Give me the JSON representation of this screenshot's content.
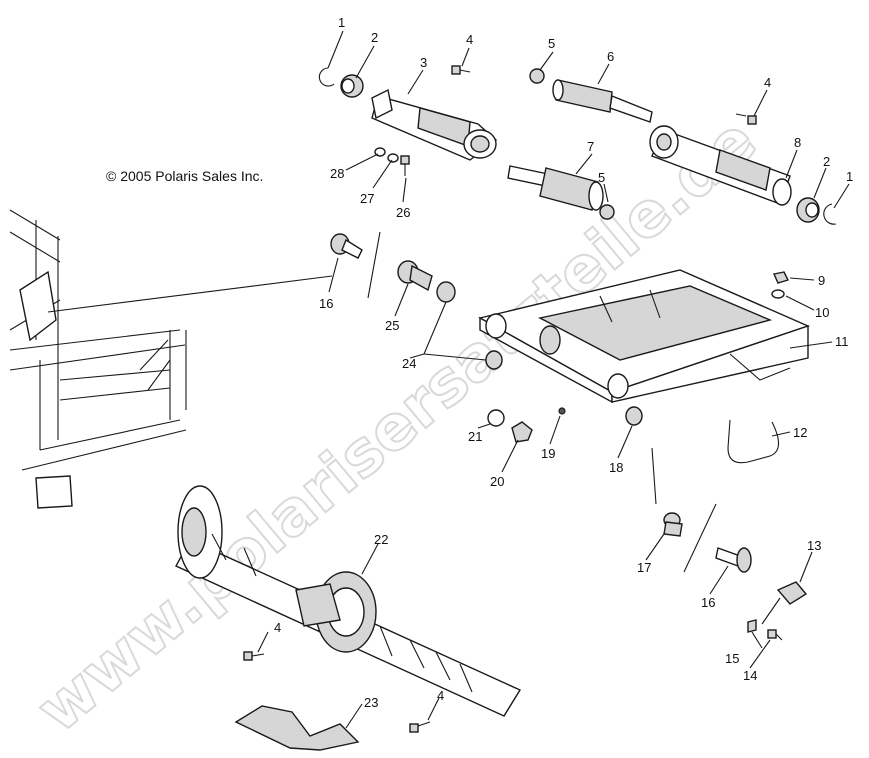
{
  "copyright": "© 2005 Polaris Sales Inc.",
  "watermark": "www.polarisersatzteile.de",
  "callouts": [
    {
      "id": "c1a",
      "text": "1"
    },
    {
      "id": "c2a",
      "text": "2"
    },
    {
      "id": "c3",
      "text": "3"
    },
    {
      "id": "c4a",
      "text": "4"
    },
    {
      "id": "c5a",
      "text": "5"
    },
    {
      "id": "c6",
      "text": "6"
    },
    {
      "id": "c4b",
      "text": "4"
    },
    {
      "id": "c7",
      "text": "7"
    },
    {
      "id": "c8",
      "text": "8"
    },
    {
      "id": "c2b",
      "text": "2"
    },
    {
      "id": "c1b",
      "text": "1"
    },
    {
      "id": "c5b",
      "text": "5"
    },
    {
      "id": "c28",
      "text": "28"
    },
    {
      "id": "c27",
      "text": "27"
    },
    {
      "id": "c26",
      "text": "26"
    },
    {
      "id": "c16a",
      "text": "16"
    },
    {
      "id": "c25",
      "text": "25"
    },
    {
      "id": "c24",
      "text": "24"
    },
    {
      "id": "c9",
      "text": "9"
    },
    {
      "id": "c10",
      "text": "10"
    },
    {
      "id": "c11",
      "text": "11"
    },
    {
      "id": "c12",
      "text": "12"
    },
    {
      "id": "c21",
      "text": "21"
    },
    {
      "id": "c20",
      "text": "20"
    },
    {
      "id": "c19",
      "text": "19"
    },
    {
      "id": "c18",
      "text": "18"
    },
    {
      "id": "c17",
      "text": "17"
    },
    {
      "id": "c16b",
      "text": "16"
    },
    {
      "id": "c13",
      "text": "13"
    },
    {
      "id": "c15",
      "text": "15"
    },
    {
      "id": "c14",
      "text": "14"
    },
    {
      "id": "c22",
      "text": "22"
    },
    {
      "id": "c4c",
      "text": "4"
    },
    {
      "id": "c23",
      "text": "23"
    },
    {
      "id": "c4d",
      "text": "4"
    }
  ]
}
